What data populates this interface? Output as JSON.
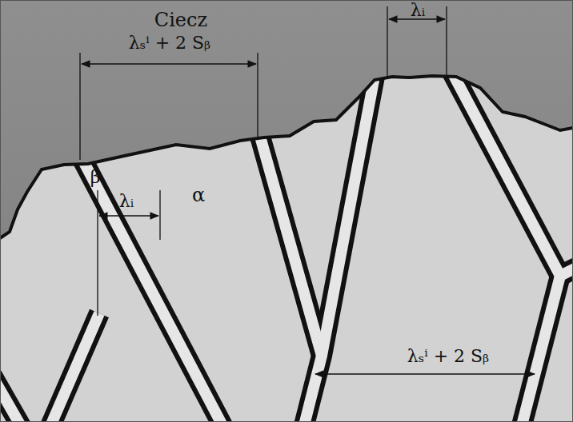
{
  "diagram": {
    "labels": [
      "Ciecz",
      "λᵢ",
      "λₛⁱ + 2 Sᵦ",
      "β",
      "α",
      "λᵢ",
      "λₛⁱ + 2 Sᵦ"
    ]
  }
}
